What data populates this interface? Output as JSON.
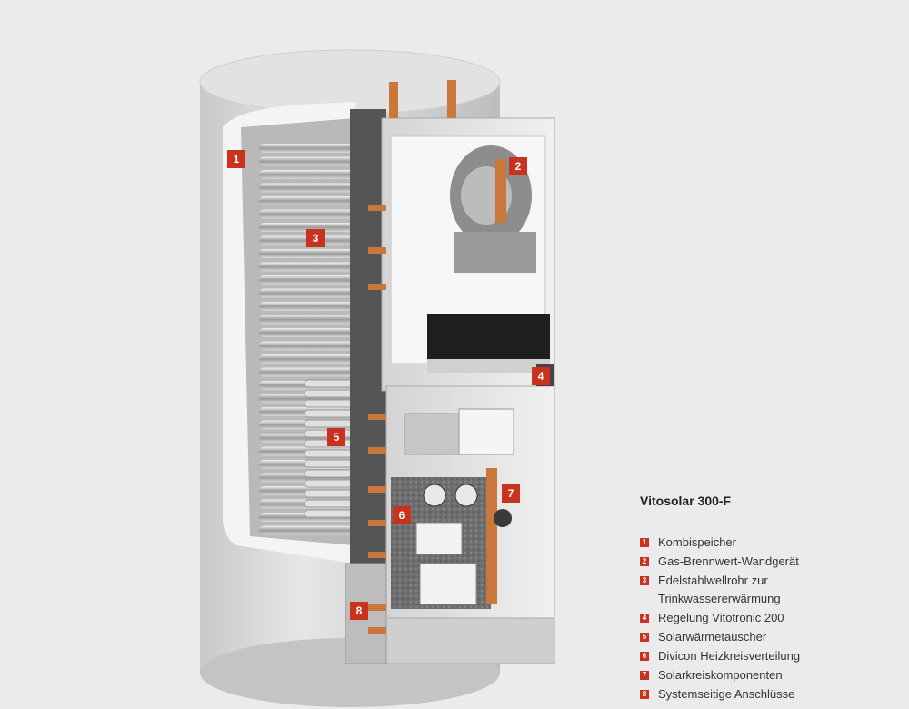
{
  "product_title": "Vitosolar 300-F",
  "callouts": [
    "1",
    "2",
    "3",
    "4",
    "5",
    "6",
    "7",
    "8"
  ],
  "legend": [
    {
      "num": "1",
      "label": "Kombispeicher"
    },
    {
      "num": "2",
      "label": "Gas-Brennwert-Wandgerät"
    },
    {
      "num": "3",
      "label": "Edelstahlwellrohr zur",
      "label2": "Trinkwassererwärmung"
    },
    {
      "num": "4",
      "label": "Regelung Vitotronic 200"
    },
    {
      "num": "5",
      "label": "Solarwärmetauscher"
    },
    {
      "num": "6",
      "label": "Divicon Heizkreisverteilung"
    },
    {
      "num": "7",
      "label": "Solarkreiskomponenten"
    },
    {
      "num": "8",
      "label": "Systemseitige Anschlüsse"
    }
  ],
  "colors": {
    "accent": "#c8321e",
    "copper": "#c9773a",
    "tank": "#dedede"
  }
}
